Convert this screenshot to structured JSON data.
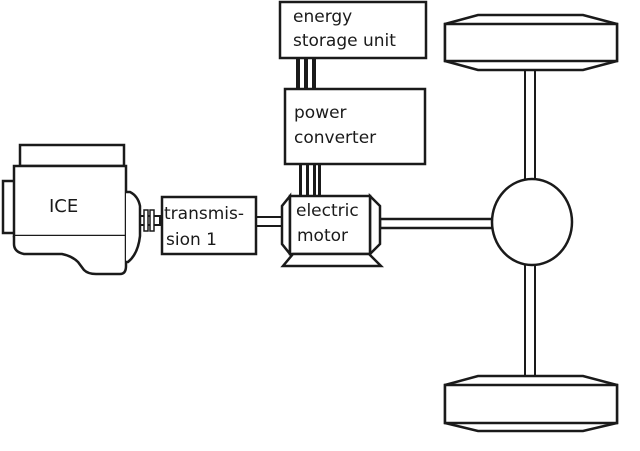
{
  "diagram": {
    "title": "Parallel hybrid powertrain",
    "components": {
      "ice": {
        "label": "ICE"
      },
      "transmission": {
        "line1": "transmis-",
        "line2": "sion 1"
      },
      "energy_storage": {
        "line1": "energy",
        "line2": "storage unit"
      },
      "power_converter": {
        "line1": "power",
        "line2": "converter"
      },
      "electric_motor": {
        "line1": "electric",
        "line2": "motor"
      },
      "differential": {
        "label": ""
      },
      "front_wheel": {
        "label": ""
      },
      "rear_wheel": {
        "label": ""
      }
    },
    "connections": [
      {
        "from": "ICE",
        "to": "transmission 1",
        "type": "mechanical"
      },
      {
        "from": "transmission 1",
        "to": "electric motor",
        "type": "mechanical"
      },
      {
        "from": "electric motor",
        "to": "differential",
        "type": "mechanical"
      },
      {
        "from": "energy storage unit",
        "to": "power converter",
        "type": "electrical"
      },
      {
        "from": "power converter",
        "to": "electric motor",
        "type": "electrical"
      },
      {
        "from": "differential",
        "to": "top wheel",
        "type": "mechanical"
      },
      {
        "from": "differential",
        "to": "bottom wheel",
        "type": "mechanical"
      }
    ]
  }
}
